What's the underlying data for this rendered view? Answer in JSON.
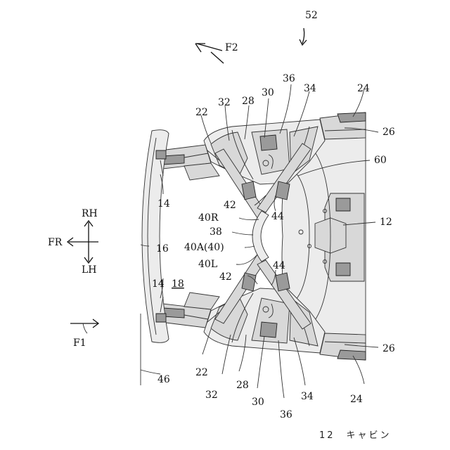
{
  "figure": {
    "ref_52": "52",
    "ref_F2": "F2",
    "ref_36_top": "36",
    "ref_34_top": "34",
    "ref_24_top": "24",
    "ref_30_top": "30",
    "ref_28_top": "28",
    "ref_32_top": "32",
    "ref_22_top": "22",
    "ref_26_top": "26",
    "ref_60": "60",
    "ref_42_top": "42",
    "ref_44_top": "44",
    "ref_40R": "40R",
    "ref_14_top": "14",
    "ref_RH": "RH",
    "ref_FR": "FR",
    "ref_LH": "LH",
    "ref_38": "38",
    "ref_12": "12",
    "ref_16": "16",
    "ref_40A": "40A(40)",
    "ref_40L": "40L",
    "ref_42_bottom": "42",
    "ref_44_bottom": "44",
    "ref_14_bottom": "14",
    "ref_18": "18",
    "ref_F1": "F1",
    "ref_26_bottom": "26",
    "ref_22_bottom": "22",
    "ref_46": "46",
    "ref_32_bottom": "32",
    "ref_28_bottom": "28",
    "ref_34_bottom": "34",
    "ref_30_bottom": "30",
    "ref_36_bottom": "36",
    "ref_24_bottom": "24"
  },
  "caption": "12　キャビン"
}
